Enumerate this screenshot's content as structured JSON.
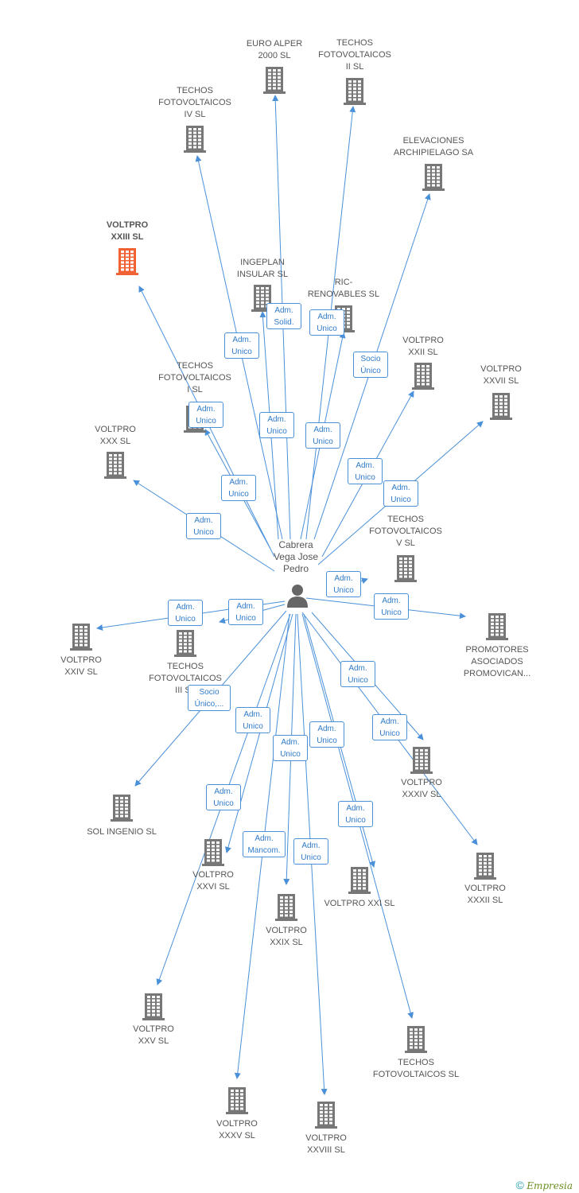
{
  "center": {
    "name": "Cabrera\nVega Jose\nPedro"
  },
  "colors": {
    "line": "#4a90d9",
    "building": "#777777",
    "highlight": "#f06234"
  },
  "nodes": [
    {
      "id": "n1",
      "label": "EURO ALPER\n2000 SL"
    },
    {
      "id": "n2",
      "label": "TECHOS\nFOTOVOLTAICOS\nII SL"
    },
    {
      "id": "n3",
      "label": "TECHOS\nFOTOVOLTAICOS\nIV SL"
    },
    {
      "id": "n4",
      "label": "ELEVACIONES\nARCHIPIELAGO SA"
    },
    {
      "id": "n5",
      "label": "VOLTPRO\nXXIII SL",
      "highlight": true
    },
    {
      "id": "n6",
      "label": "INGEPLAN\nINSULAR SL"
    },
    {
      "id": "n7",
      "label": "RIC-\nRENOVABLES SL"
    },
    {
      "id": "n8",
      "label": "VOLTPRO\nXXII SL"
    },
    {
      "id": "n9",
      "label": "VOLTPRO\nXXVII SL"
    },
    {
      "id": "n10",
      "label": "TECHOS\nFOTOVOLTAICOS\nI SL"
    },
    {
      "id": "n11",
      "label": "VOLTPRO\nXXX SL"
    },
    {
      "id": "n12",
      "label": "TECHOS\nFOTOVOLTAICOS\nV SL"
    },
    {
      "id": "n13",
      "label": "VOLTPRO\nXXIV SL"
    },
    {
      "id": "n14",
      "label": "TECHOS\nFOTOVOLTAICOS\nIII SL"
    },
    {
      "id": "n15",
      "label": "PROMOTORES\nASOCIADOS\nPROMOVICAN..."
    },
    {
      "id": "n16",
      "label": "VOLTPRO\nXXXIV SL"
    },
    {
      "id": "n17",
      "label": "SOL INGENIO SL"
    },
    {
      "id": "n18",
      "label": "VOLTPRO\nXXVI SL"
    },
    {
      "id": "n19",
      "label": "VOLTPRO\nXXXII SL"
    },
    {
      "id": "n20",
      "label": "VOLTPRO XXI SL"
    },
    {
      "id": "n21",
      "label": "VOLTPRO\nXXIX SL"
    },
    {
      "id": "n22",
      "label": "VOLTPRO\nXXV SL"
    },
    {
      "id": "n23",
      "label": "TECHOS\nFOTOVOLTAICOS SL"
    },
    {
      "id": "n24",
      "label": "VOLTPRO\nXXXV SL"
    },
    {
      "id": "n25",
      "label": "VOLTPRO\nXXVIII SL"
    }
  ],
  "relations": [
    {
      "id": "r1",
      "label": "Adm.\nSolid."
    },
    {
      "id": "r2",
      "label": "Adm.\nUnico"
    },
    {
      "id": "r3",
      "label": "Adm.\nUnico"
    },
    {
      "id": "r4",
      "label": "Socio\nÚnico"
    },
    {
      "id": "r5",
      "label": "Adm.\nUnico"
    },
    {
      "id": "r6",
      "label": "Adm.\nUnico"
    },
    {
      "id": "r7",
      "label": "Adm.\nUnico"
    },
    {
      "id": "r8",
      "label": "Adm.\nUnico"
    },
    {
      "id": "r9",
      "label": "Adm.\nUnico"
    },
    {
      "id": "r10",
      "label": "Adm.\nUnico"
    },
    {
      "id": "r11",
      "label": "Adm.\nUnico"
    },
    {
      "id": "r12",
      "label": "Adm.\nUnico"
    },
    {
      "id": "r13",
      "label": "Adm.\nUnico"
    },
    {
      "id": "r14",
      "label": "Adm.\nUnico"
    },
    {
      "id": "r15",
      "label": "Adm.\nUnico"
    },
    {
      "id": "r16",
      "label": "Adm.\nUnico"
    },
    {
      "id": "r17",
      "label": "Socio\nÚnico,..."
    },
    {
      "id": "r18",
      "label": "Adm.\nUnico"
    },
    {
      "id": "r19",
      "label": "Adm.\nUnico"
    },
    {
      "id": "r20",
      "label": "Adm.\nUnico"
    },
    {
      "id": "r21",
      "label": "Adm.\nUnico"
    },
    {
      "id": "r22",
      "label": "Adm.\nUnico"
    },
    {
      "id": "r23",
      "label": "Adm.\nMancom."
    },
    {
      "id": "r24",
      "label": "Adm.\nUnico"
    },
    {
      "id": "r25",
      "label": "Adm.\nUnico"
    }
  ],
  "footer": {
    "copyright": "©",
    "brand": "Empresia"
  }
}
